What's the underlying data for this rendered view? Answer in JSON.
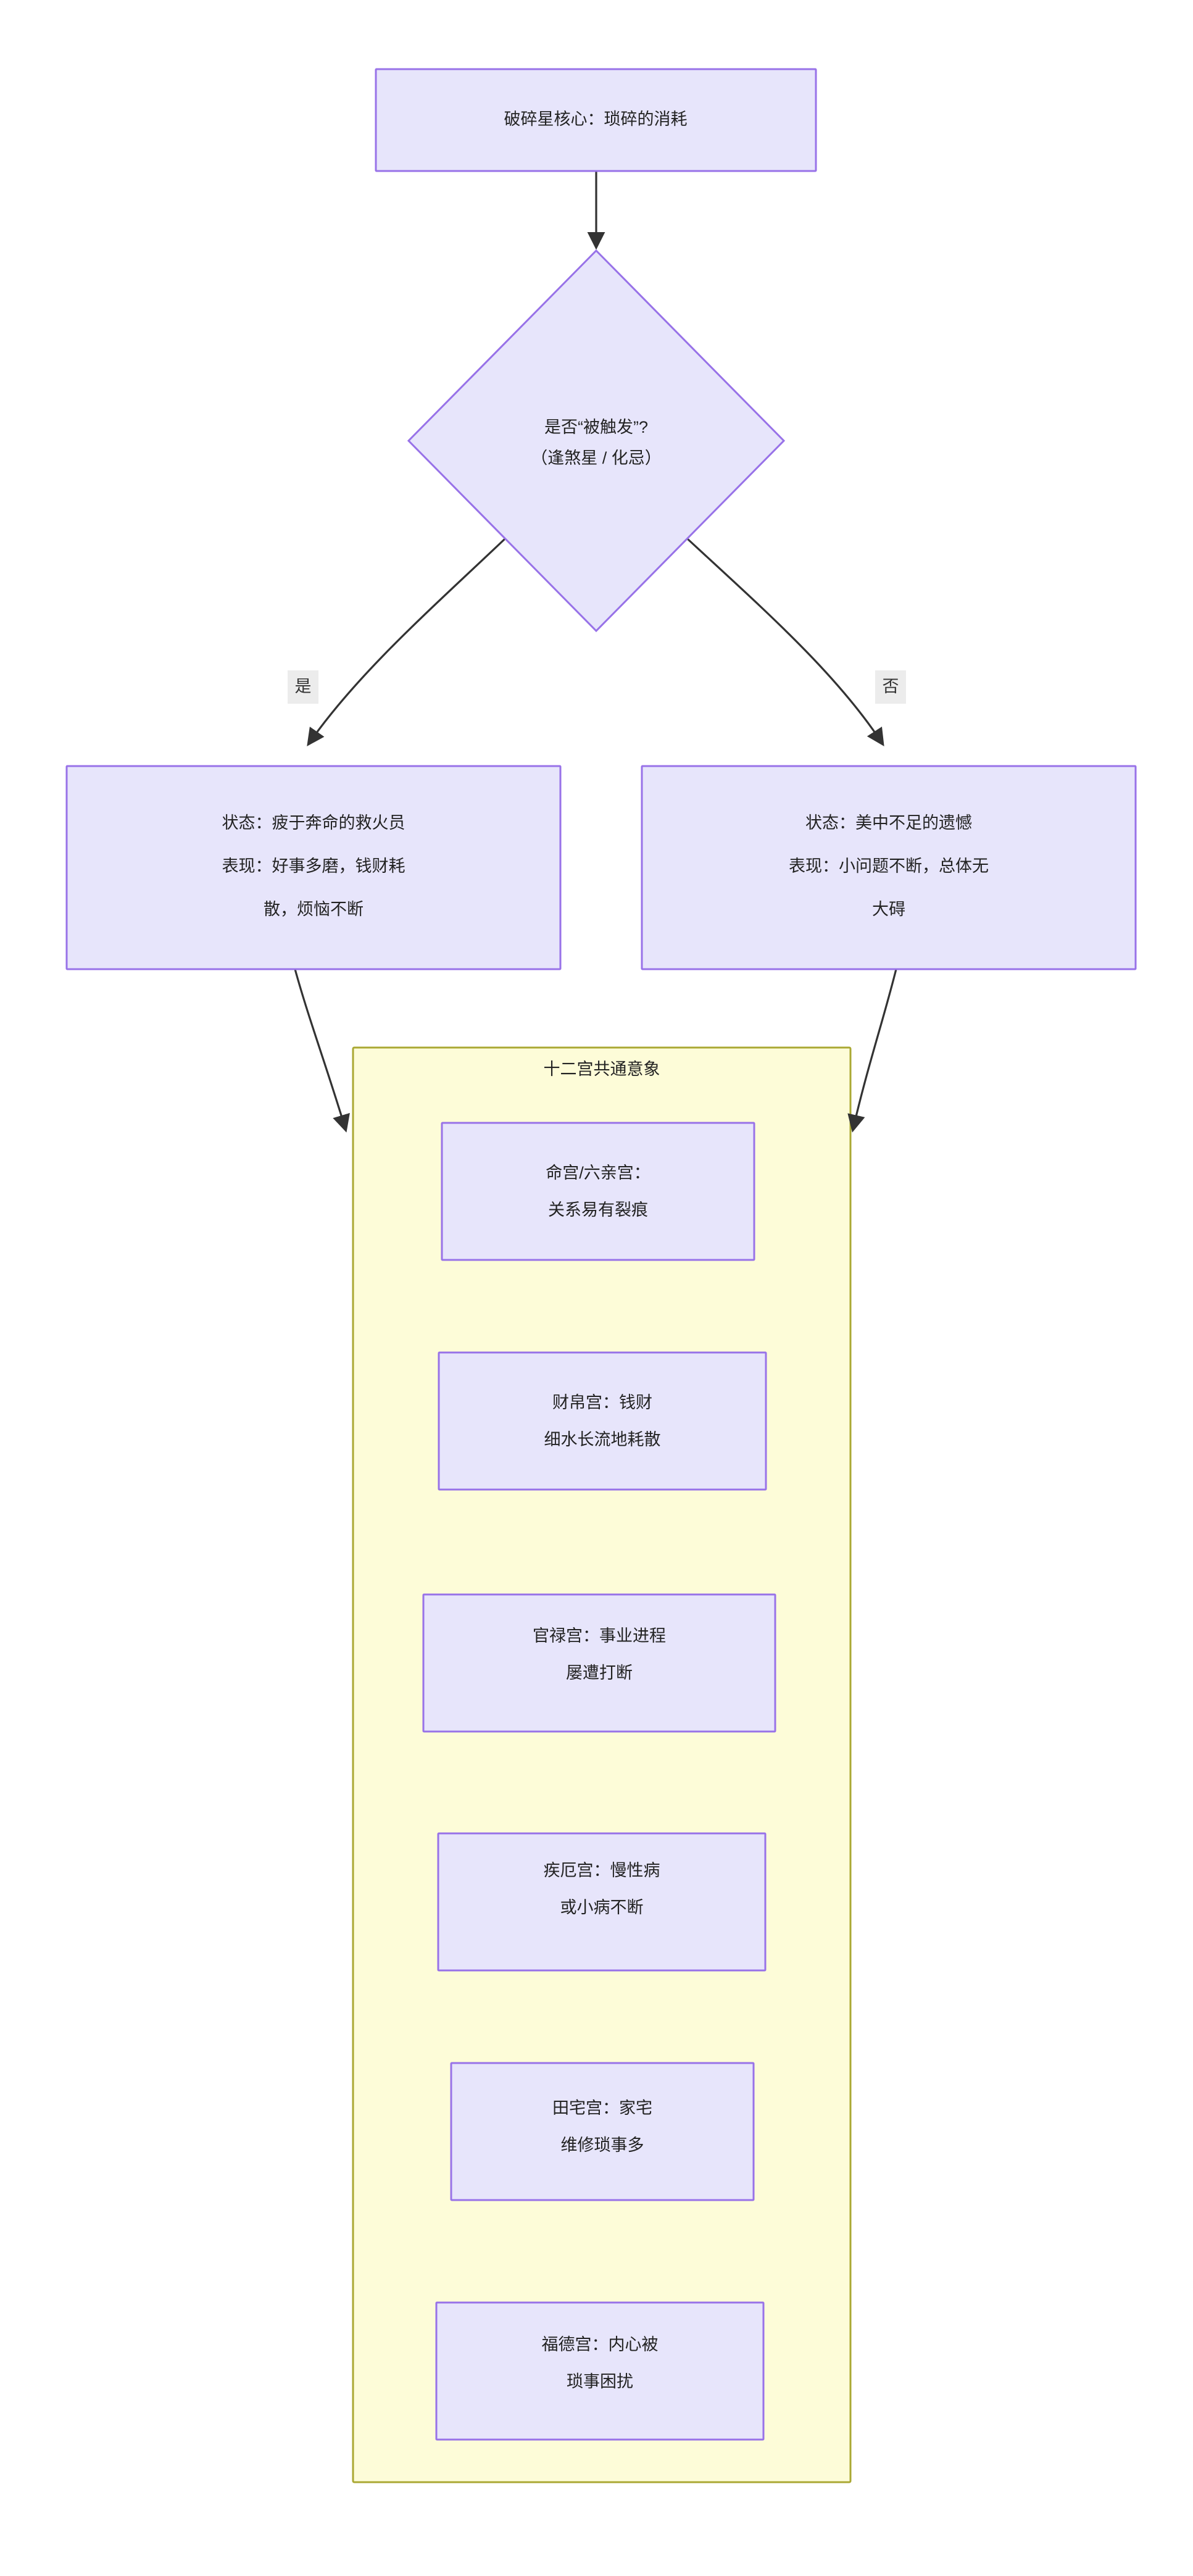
{
  "diagram": {
    "type": "flowchart",
    "direction": "top-down",
    "title_node": {
      "id": "core",
      "label": "破碎星核心：琐碎的消耗",
      "shape": "rectangle"
    },
    "decision": {
      "id": "trigger",
      "shape": "diamond",
      "line1": "是否“被触发”?",
      "line2": "（逢煞星 / 化忌）"
    },
    "edges": [
      {
        "from": "core",
        "to": "trigger",
        "label": ""
      },
      {
        "from": "trigger",
        "to": "state_yes",
        "label": "是"
      },
      {
        "from": "trigger",
        "to": "state_no",
        "label": "否"
      },
      {
        "from": "state_yes",
        "to": "cluster",
        "label": ""
      },
      {
        "from": "state_no",
        "to": "cluster",
        "label": ""
      }
    ],
    "edge_labels": {
      "yes": "是",
      "no": "否"
    },
    "state_yes": {
      "id": "state_yes",
      "shape": "rectangle",
      "lines": [
        "状态：疲于奔命的救火员",
        "表现：好事多磨，钱财耗",
        "散，烦恼不断"
      ]
    },
    "state_no": {
      "id": "state_no",
      "shape": "rectangle",
      "lines": [
        "状态：美中不足的遗憾",
        "表现：小问题不断，总体无",
        "大碍"
      ]
    },
    "cluster": {
      "id": "palaces",
      "title": "十二宫共通意象",
      "nodes": [
        {
          "id": "ming",
          "line1": "命宫/六亲宫：",
          "line2": "关系易有裂痕"
        },
        {
          "id": "caibo",
          "line1": "财帛宫：钱财",
          "line2": "细水长流地耗散"
        },
        {
          "id": "guanlu",
          "line1": "官禄宫：事业进程",
          "line2": "屡遭打断"
        },
        {
          "id": "jie",
          "line1": "疾厄宫：慢性病",
          "line2": "或小病不断"
        },
        {
          "id": "tianzhai",
          "line1": "田宅宫：家宅",
          "line2": "维修琐事多"
        },
        {
          "id": "fude",
          "line1": "福德宫：内心被",
          "line2": "琐事困扰"
        }
      ]
    },
    "colors": {
      "node_fill": "#e7e5fb",
      "node_stroke": "#9872e8",
      "cluster_fill": "#fdfcd8",
      "cluster_stroke": "#aaa833",
      "edge_stroke": "#333333",
      "text": "#222222",
      "edge_label_bg": "#ececec",
      "background": "#ffffff"
    }
  }
}
